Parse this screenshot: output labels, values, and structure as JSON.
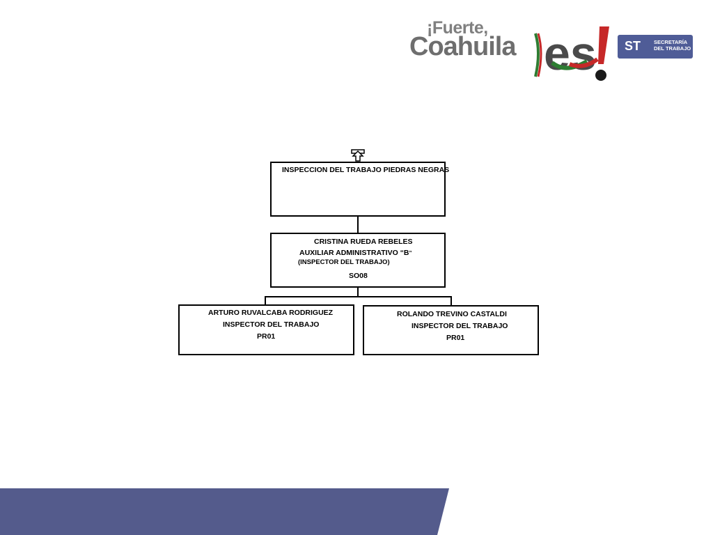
{
  "header": {
    "logo_line1": "¡Fuerte,",
    "logo_line2": "Coahuila",
    "logo_es": "es!",
    "st_badge": "ST",
    "st_sub1": "SECRETARÍA",
    "st_sub2": "DEL TRABAJO"
  },
  "org_chart": {
    "root": {
      "title": "INSPECCION DEL TRABAJO PIEDRAS NEGRAS"
    },
    "supervisor": {
      "name": "CRISTINA RUEDA REBELES",
      "position": "AUXILIAR ADMINISTRATIVO “B",
      "position_quote": "”",
      "note": "(INSPECTOR DEL TRABAJO)",
      "code": "SO08"
    },
    "staff": [
      {
        "name": "ARTURO RUVALCABA RODRIGUEZ",
        "position": "INSPECTOR DEL TRABAJO",
        "code": "PR01"
      },
      {
        "name": "ROLANDO TREVINO CASTALDI",
        "position": "INSPECTOR DEL TRABAJO",
        "code": "PR01"
      }
    ]
  },
  "colors": {
    "footer_band": "#545b8c",
    "st_badge": "#4f5c97",
    "es_green": "#2e7d32",
    "es_red": "#c62828"
  }
}
